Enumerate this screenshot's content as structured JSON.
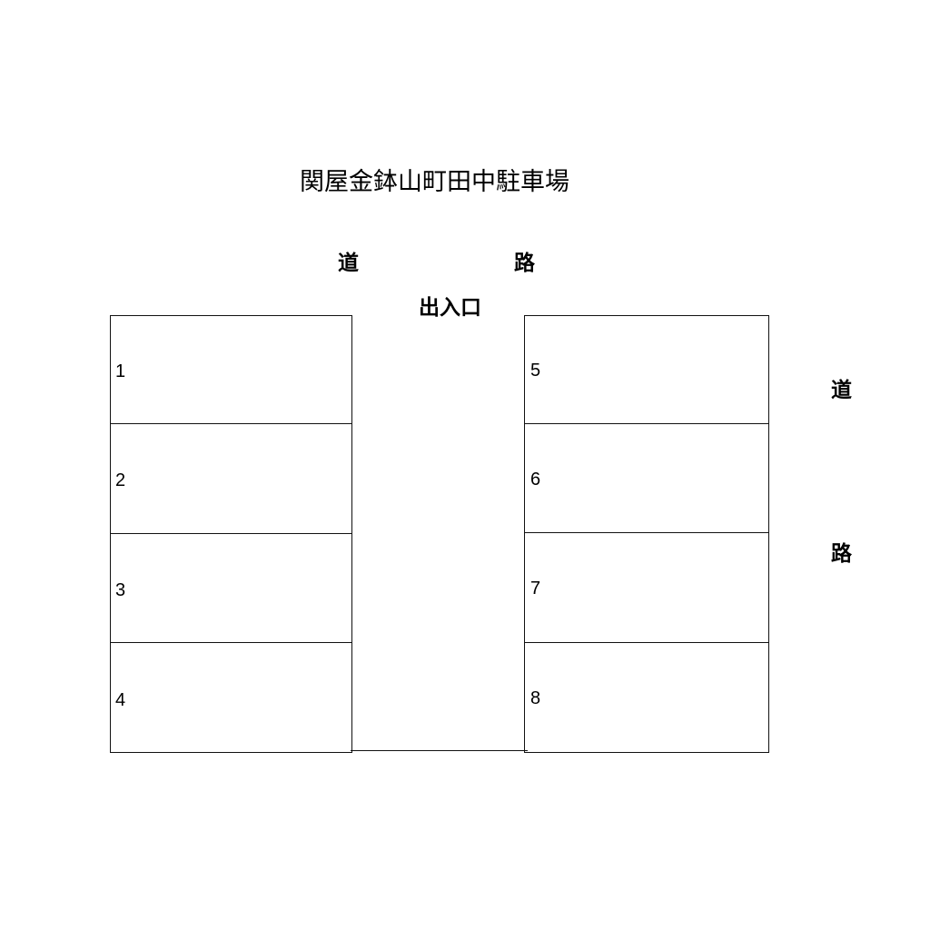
{
  "title": "関屋金鉢山町田中駐車場",
  "road_top": {
    "left_char": "道",
    "right_char": "路"
  },
  "road_right": {
    "top_char": "道",
    "bottom_char": "路"
  },
  "entrance": "出入口",
  "left_slots": [
    "1",
    "2",
    "3",
    "4"
  ],
  "right_slots": [
    "5",
    "6",
    "7",
    "8"
  ]
}
